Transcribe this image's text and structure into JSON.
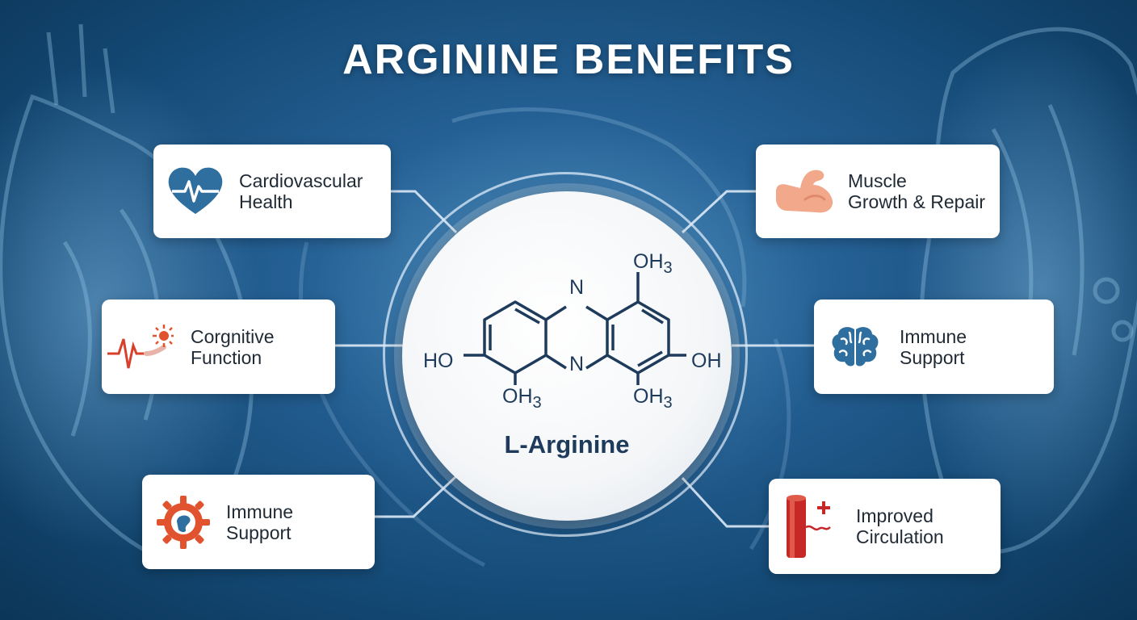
{
  "title": "ARGININE BENEFITS",
  "center": {
    "label": "L-Arginine",
    "atoms": {
      "n_top": "N",
      "n_bottom": "N",
      "ho_left": "HO",
      "oh_right": "OH",
      "oh3_top_right": "OH3",
      "oh3_bottom_left": "OH3",
      "oh3_bottom_right": "OH3"
    }
  },
  "benefits": [
    {
      "label": "Cardiovascular\nHealth",
      "icon": "heart-ecg-icon"
    },
    {
      "label": "Corgnitive\nFunction",
      "icon": "ecg-spark-icon"
    },
    {
      "label": "Immune\nSupport",
      "icon": "gear-cell-icon"
    },
    {
      "label": "Muscle\nGrowth & Repair",
      "icon": "flexed-arm-icon"
    },
    {
      "label": "Immune\nSupport",
      "icon": "brain-icon"
    },
    {
      "label": "Improved\nCirculation",
      "icon": "blood-vessel-icon"
    }
  ],
  "colors": {
    "background": "#1d5688",
    "card": "#ffffff",
    "heart": "#2f6f9f",
    "ecg": "#d9402b",
    "gear": "#e0532e",
    "arm": "#f2a88a",
    "brain": "#2f6f9f",
    "vessel": "#c62828",
    "molecule": "#1f3b5c"
  }
}
